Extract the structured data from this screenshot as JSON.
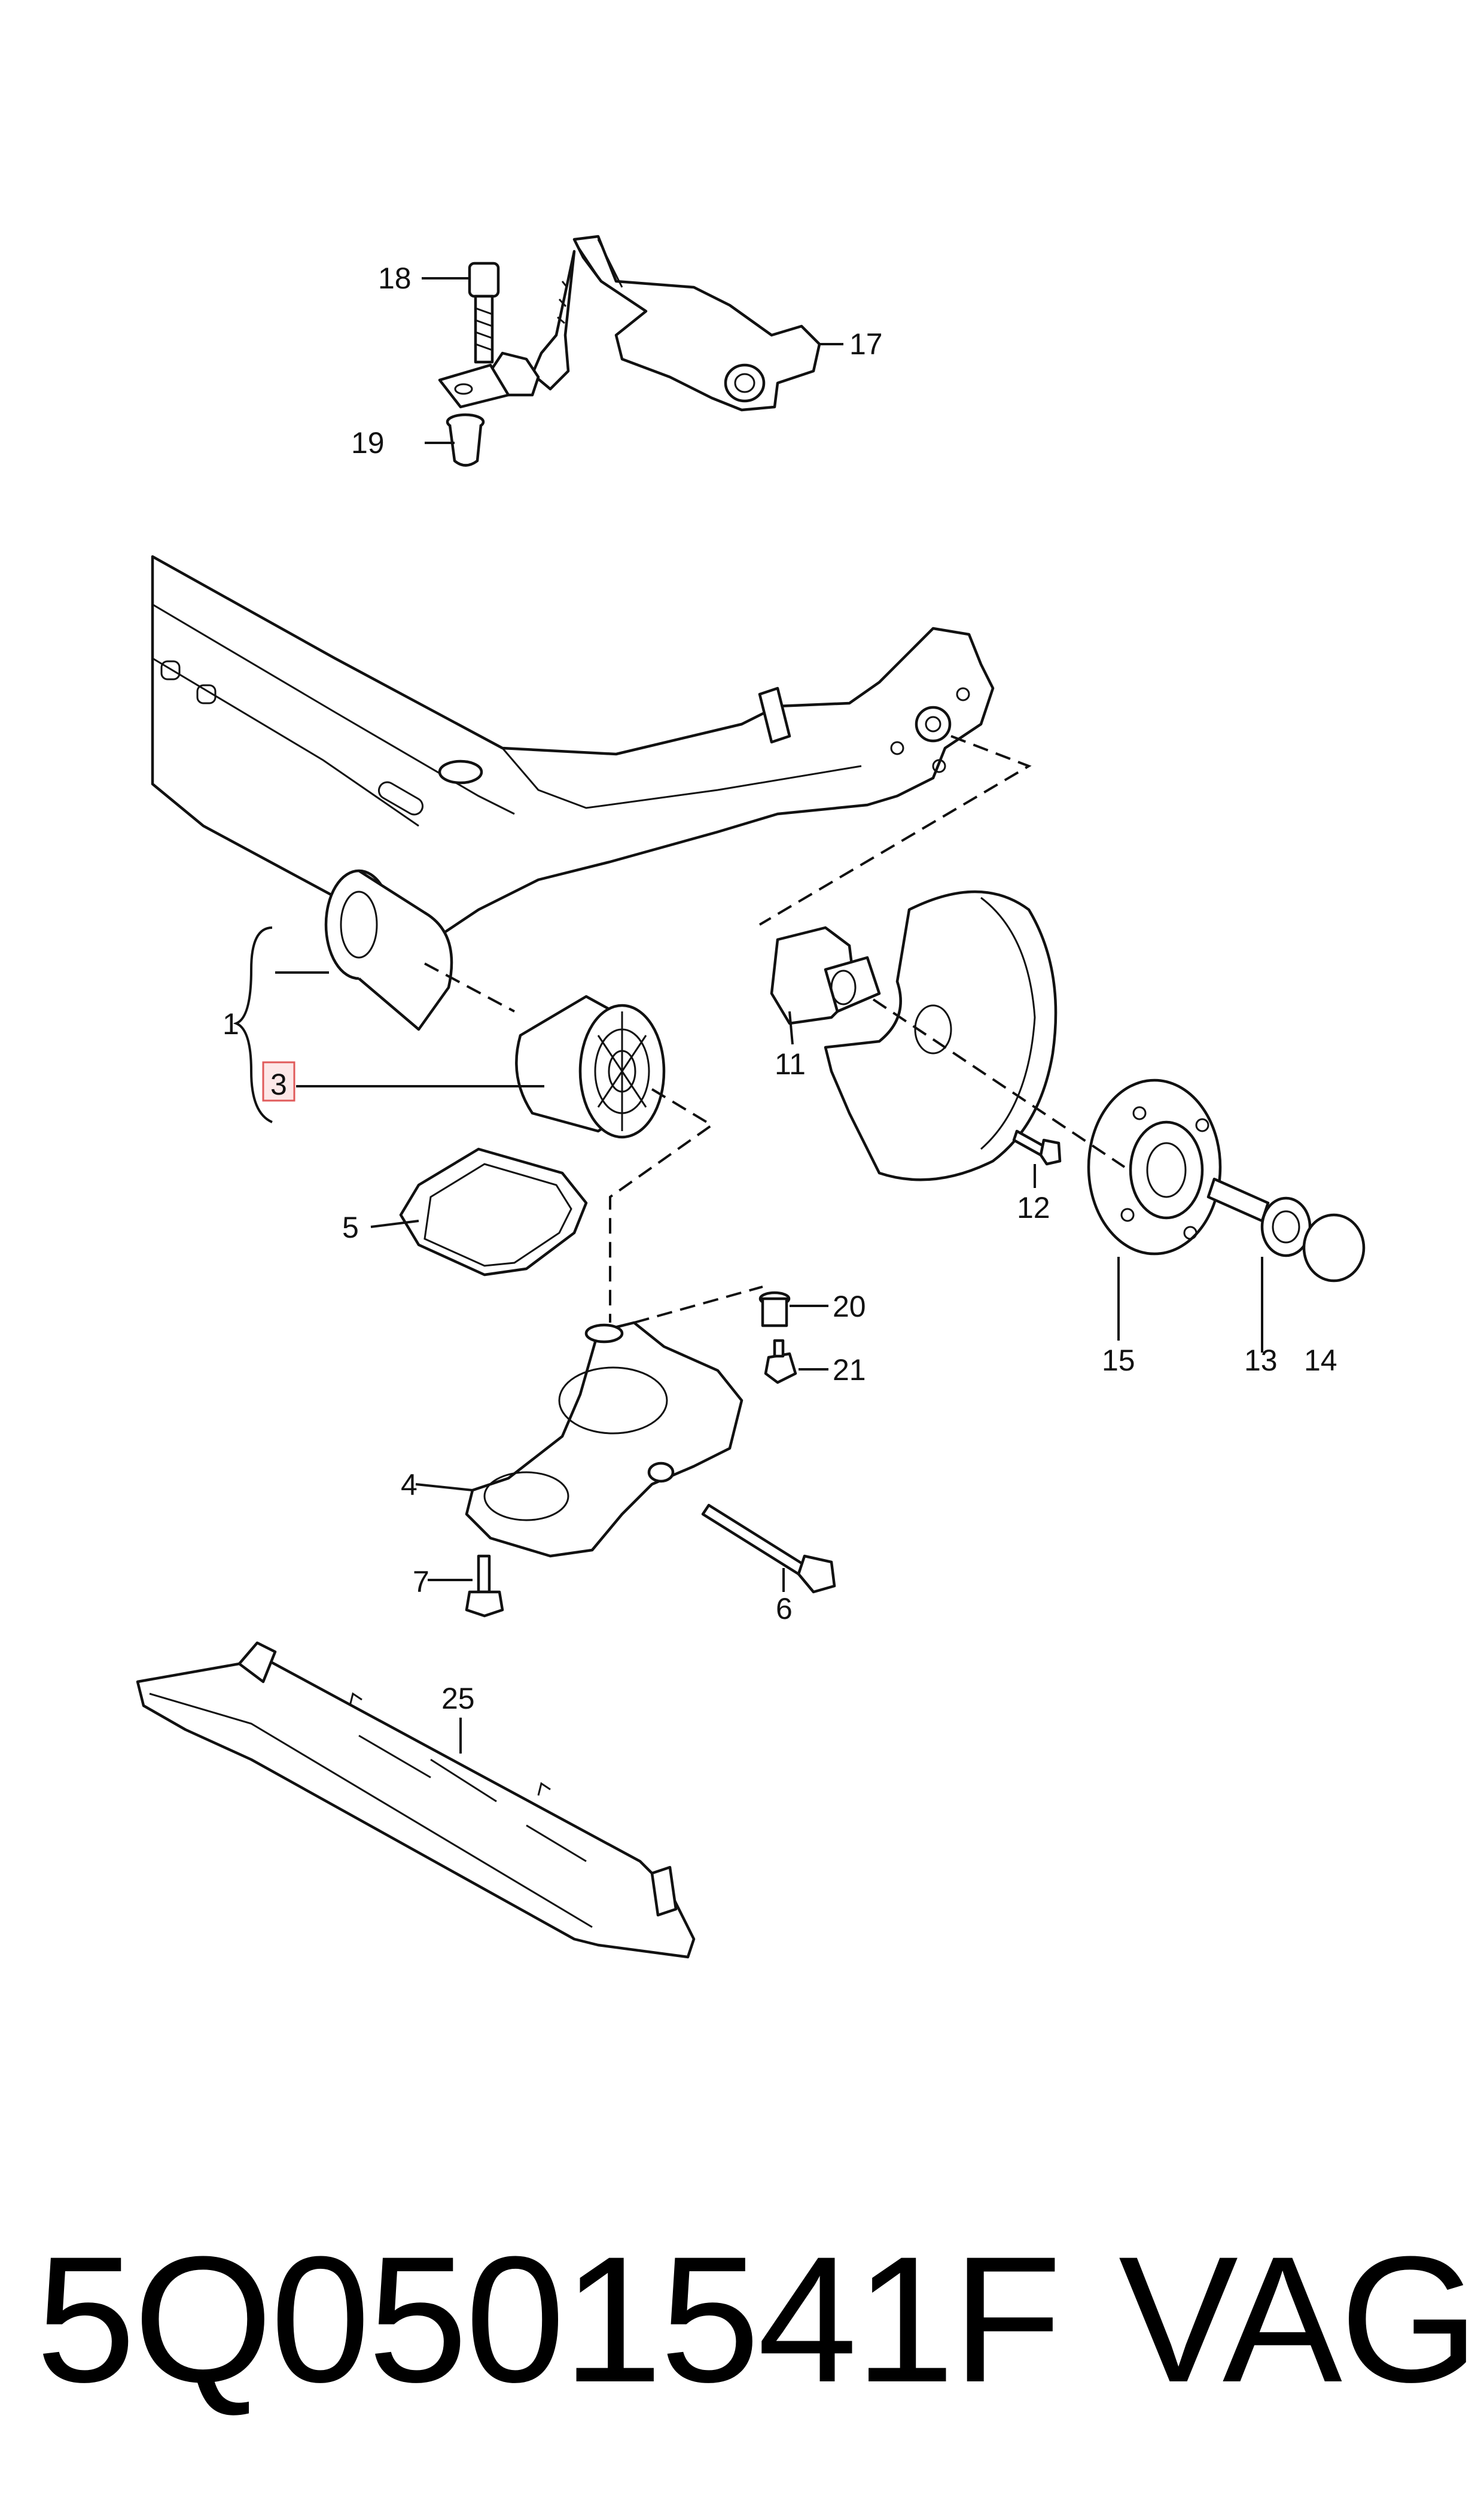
{
  "callouts": {
    "c1": "1",
    "c3": "3",
    "c4": "4",
    "c5": "5",
    "c6": "6",
    "c7": "7",
    "c11": "11",
    "c12": "12",
    "c13": "13",
    "c14": "14",
    "c15": "15",
    "c17": "17",
    "c18": "18",
    "c19": "19",
    "c20": "20",
    "c21": "21",
    "c25": "25"
  },
  "highlight_callout": "3",
  "colors": {
    "line": "#111111",
    "highlight_fill": "#fde8e8",
    "highlight_stroke": "#e05a5a"
  },
  "footer": {
    "part_number": "5Q0501541F",
    "brand": "VAG"
  }
}
